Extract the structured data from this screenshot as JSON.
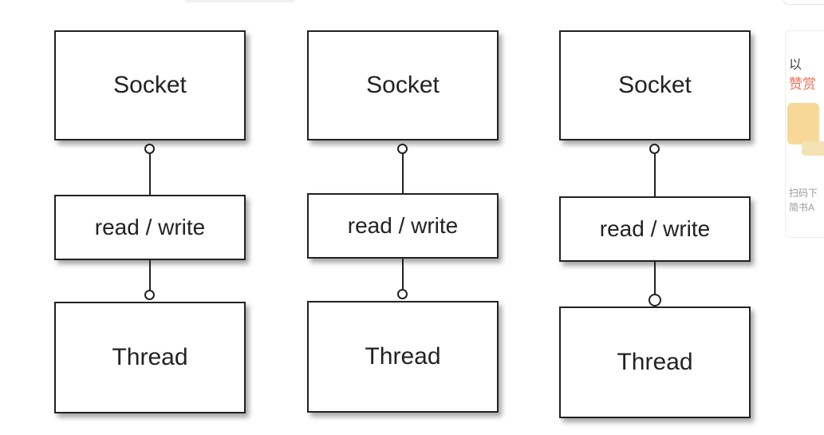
{
  "diagram": {
    "columns": [
      {
        "top": "Socket",
        "middle": "read / write",
        "bottom": "Thread"
      },
      {
        "top": "Socket",
        "middle": "read / write",
        "bottom": "Thread"
      },
      {
        "top": "Socket",
        "middle": "read / write",
        "bottom": "Thread"
      }
    ]
  },
  "sidebar": {
    "line1": "以",
    "line2": "赞赏",
    "qr_line1": "扫码下",
    "qr_line2": "简书A"
  },
  "colors": {
    "stroke": "#222222",
    "accent": "#ea6f5a"
  }
}
